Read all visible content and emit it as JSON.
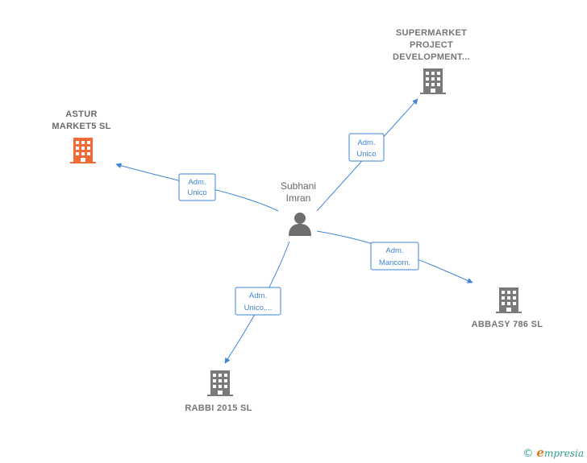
{
  "center": {
    "name_line1": "Subhani",
    "name_line2": "Imran",
    "icon": "person-icon"
  },
  "companies": [
    {
      "id": "astur",
      "lines": [
        "ASTUR",
        "MARKET5  SL"
      ],
      "icon": "building-icon",
      "color": "#f26a35",
      "main": true
    },
    {
      "id": "supermarket",
      "lines": [
        "SUPERMARKET",
        "PROJECT",
        "DEVELOPMENT..."
      ],
      "icon": "building-icon",
      "color": "#7a7a7a",
      "main": false
    },
    {
      "id": "abbasy",
      "lines": [
        "ABBASY 786 SL"
      ],
      "icon": "building-icon",
      "color": "#7a7a7a",
      "main": false
    },
    {
      "id": "rabbi",
      "lines": [
        "RABBI 2015  SL"
      ],
      "icon": "building-icon",
      "color": "#7a7a7a",
      "main": false
    }
  ],
  "relations": [
    {
      "target": "astur",
      "label_line1": "Adm.",
      "label_line2": "Unico"
    },
    {
      "target": "supermarket",
      "label_line1": "Adm.",
      "label_line2": "Unico"
    },
    {
      "target": "abbasy",
      "label_line1": "Adm.",
      "label_line2": "Mancom."
    },
    {
      "target": "rabbi",
      "label_line1": "Adm.",
      "label_line2": "Unico,..."
    }
  ],
  "footer": {
    "copyright": "©",
    "brand_first": "e",
    "brand_rest": "mpresia"
  },
  "colors": {
    "edge": "#3f85d6",
    "main_company": "#f26a35",
    "company": "#7a7a7a",
    "person": "#6e6e6e"
  }
}
